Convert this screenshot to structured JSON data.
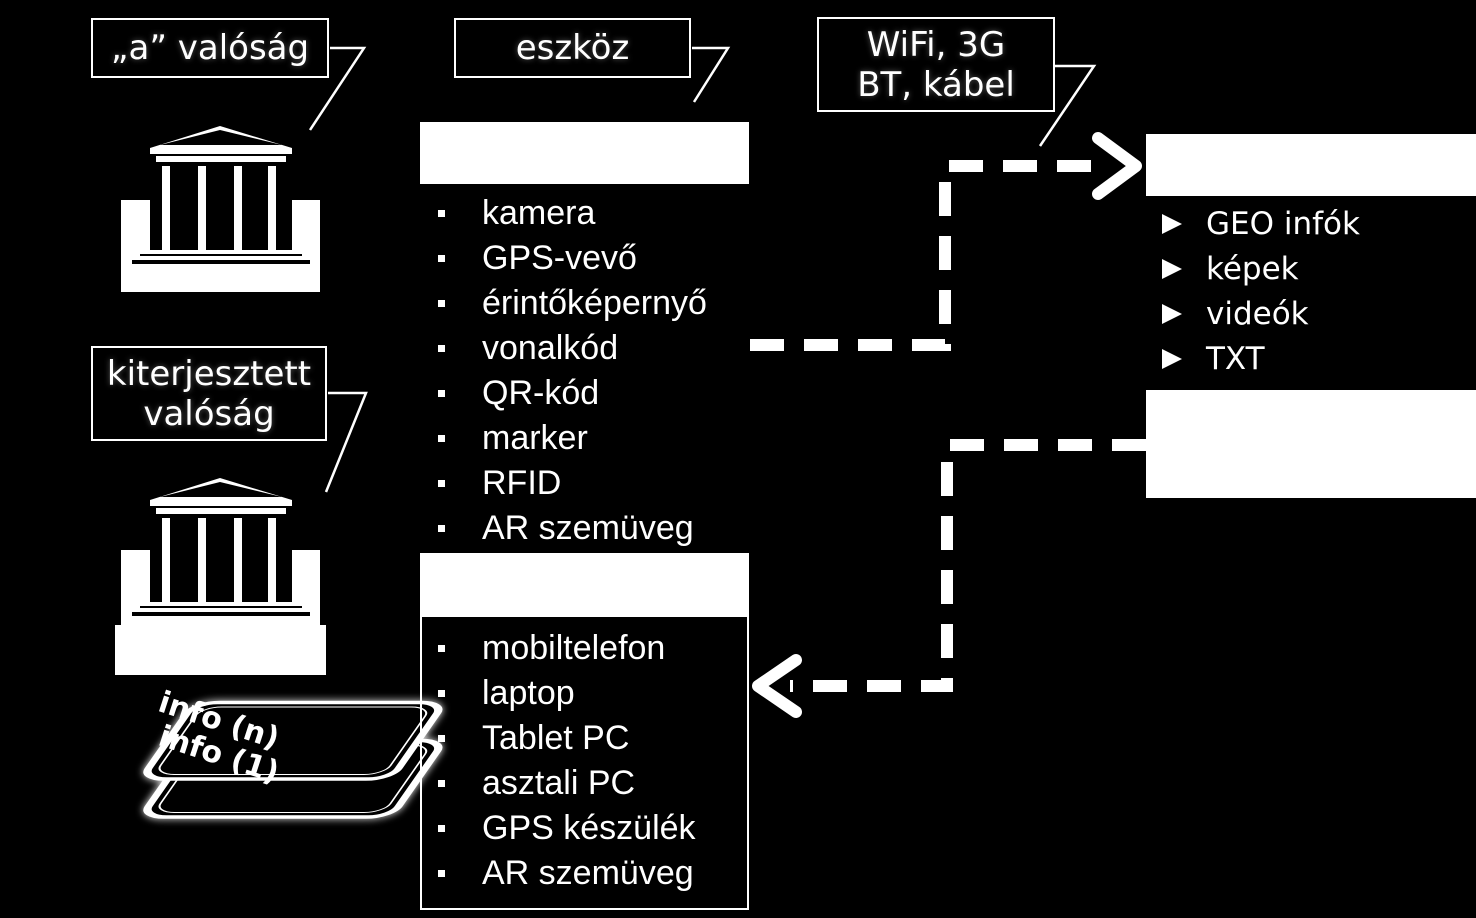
{
  "labels": {
    "reality": "„a” valóság",
    "augmented_line1": "kiterjesztett",
    "augmented_line2": "valóság",
    "device": "eszköz",
    "connection_line1": "WiFi, 3G",
    "connection_line2": "BT, kábel"
  },
  "sensors": [
    {
      "label": "kamera"
    },
    {
      "label": "GPS-vevő"
    },
    {
      "label": "érintőképernyő"
    },
    {
      "label": "vonalkód"
    },
    {
      "label": "QR-kód"
    },
    {
      "label": "marker"
    },
    {
      "label": "RFID"
    },
    {
      "label": "AR szemüveg"
    }
  ],
  "devices": [
    {
      "label": "mobiltelefon"
    },
    {
      "label": "laptop"
    },
    {
      "label": "Tablet PC"
    },
    {
      "label": "asztali PC"
    },
    {
      "label": "GPS készülék"
    },
    {
      "label": "AR szemüveg"
    }
  ],
  "server_items": [
    {
      "label": "GEO infók"
    },
    {
      "label": "képek"
    },
    {
      "label": "videók"
    },
    {
      "label": "TXT"
    }
  ],
  "info_layers": {
    "top": "info (n)",
    "bottom": "info (1)"
  },
  "icons": {
    "building": "classical-building-icon",
    "bullet": "square-bullet-icon",
    "triangle": "triangle-bullet-icon",
    "arrow": "arrow-head-icon"
  },
  "colors": {
    "background": "#000000",
    "foreground": "#ffffff"
  }
}
